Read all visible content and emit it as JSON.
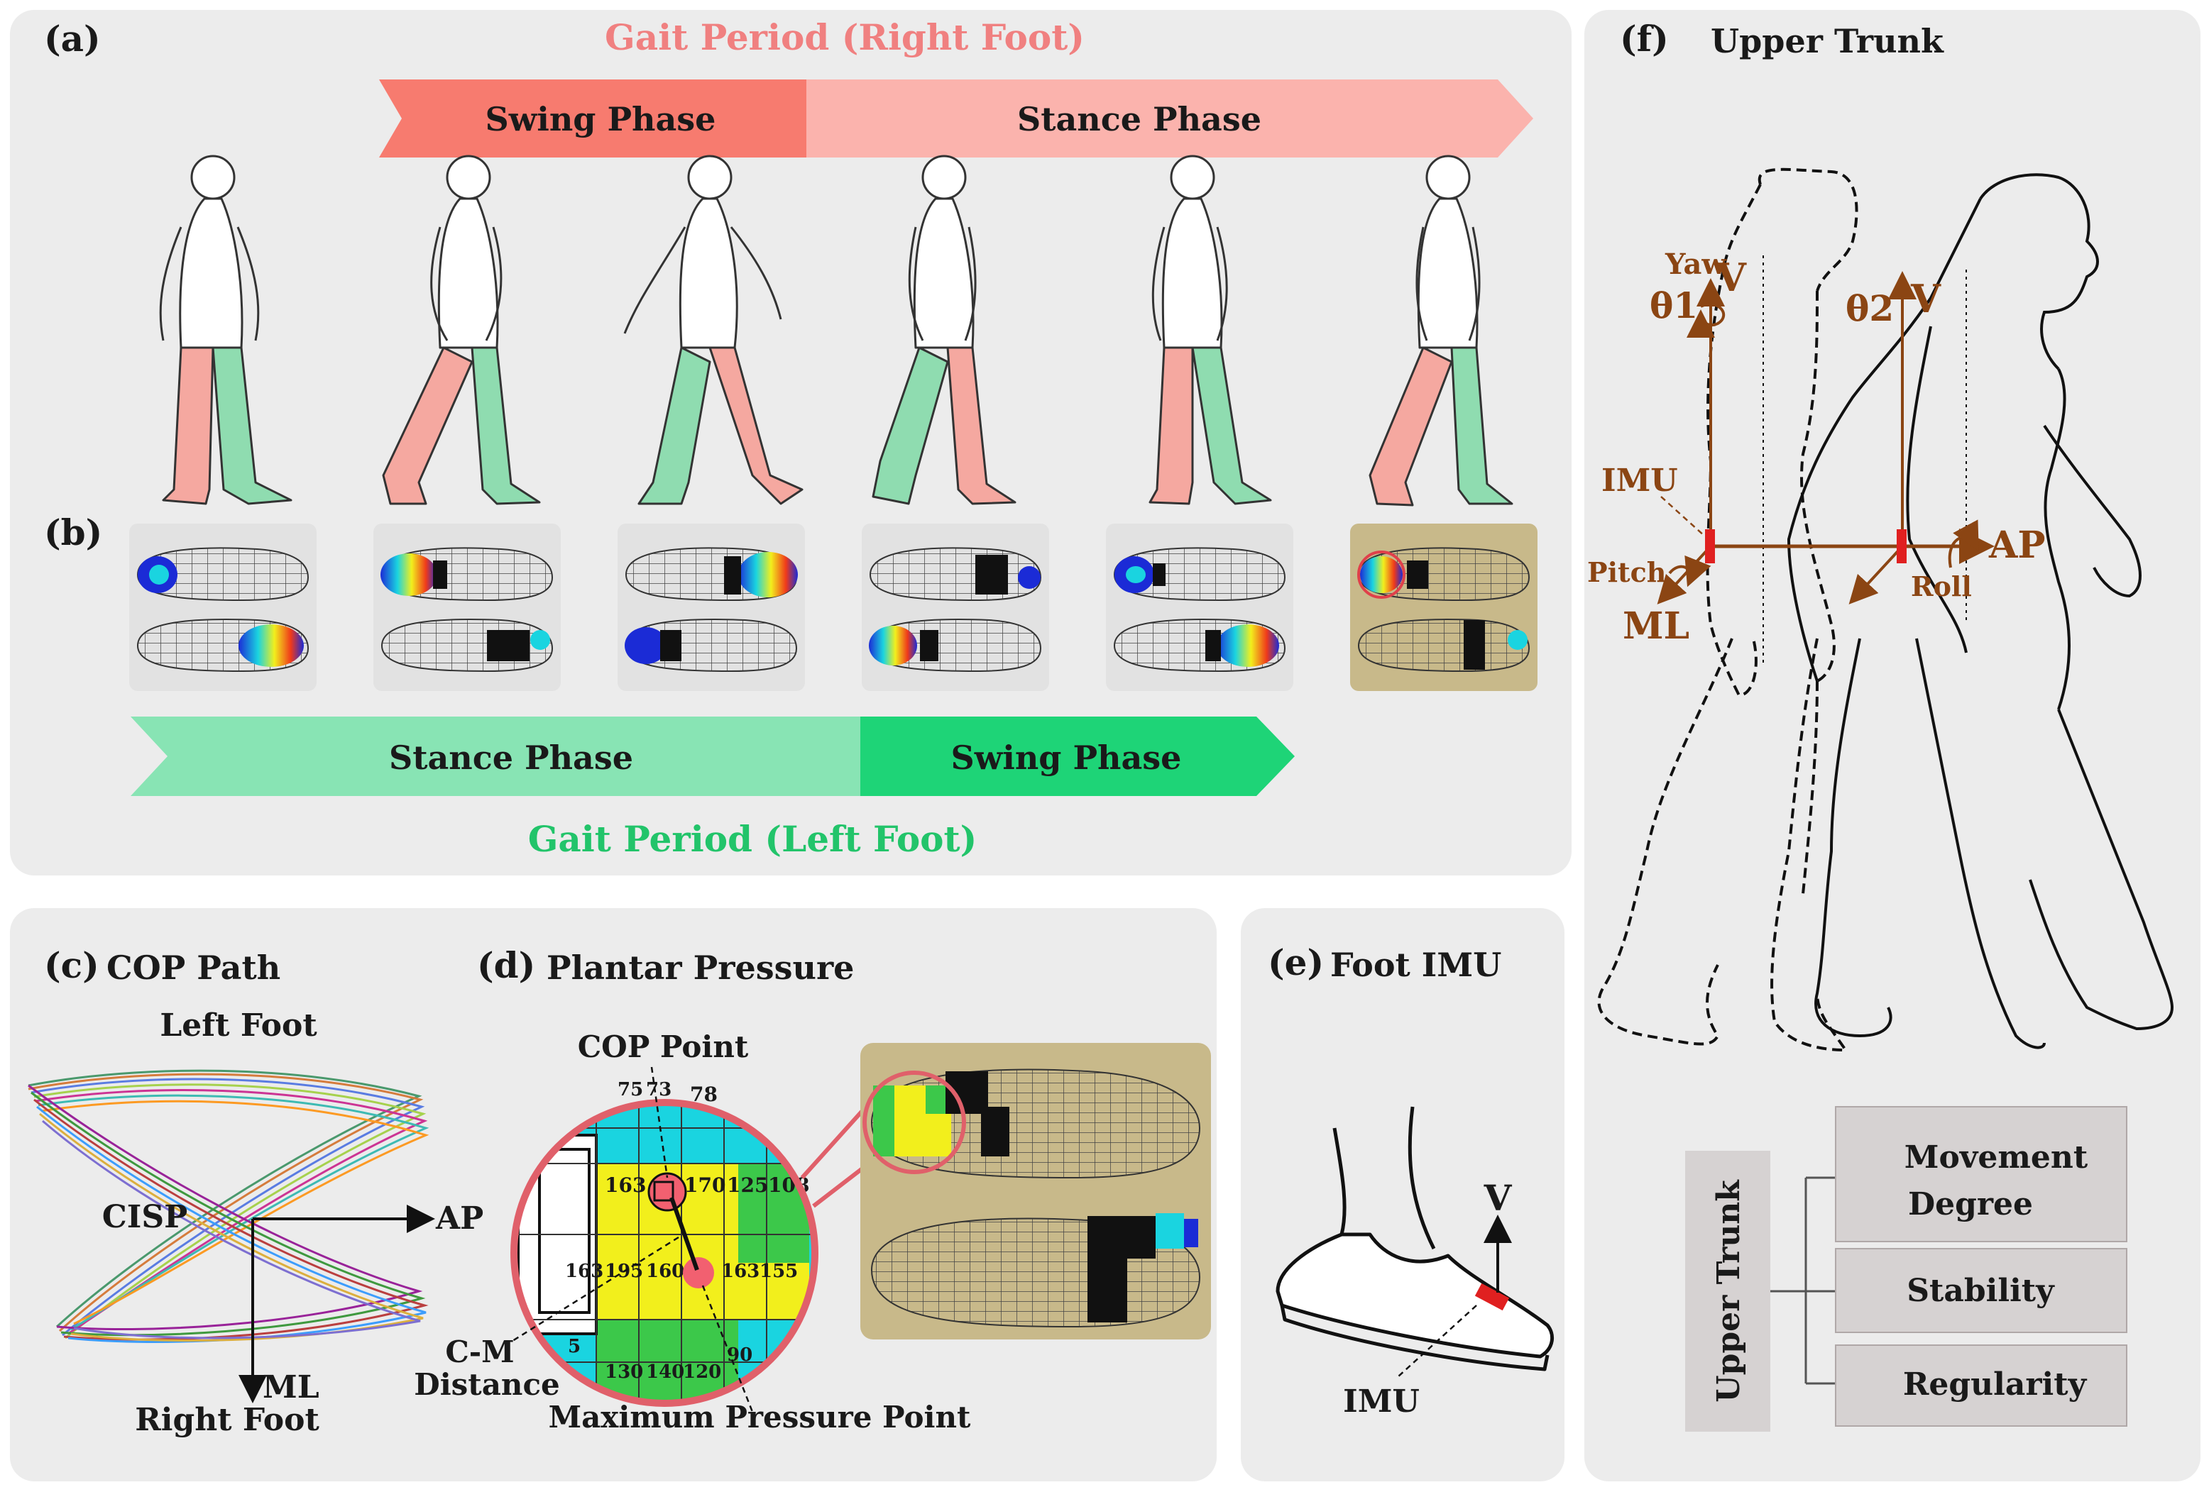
{
  "panel_a": {
    "label": "(a)",
    "title": "Gait Period (Right Foot)",
    "swing": "Swing Phase",
    "stance": "Stance Phase",
    "title_color": "#f08080",
    "swing_color": "#f77b6f",
    "stance_color": "#fbb3ad",
    "leg_right_color": "#f5a8a0",
    "leg_left_color": "#8fdcb0"
  },
  "panel_b": {
    "label": "(b)",
    "stance": "Stance Phase",
    "swing": "Swing Phase",
    "title": "Gait Period (Left Foot)",
    "title_color": "#22c46a",
    "stance_color": "#88e4b4",
    "swing_color": "#1ed477"
  },
  "panel_c": {
    "label": "(c)",
    "title": "COP Path",
    "left_foot": "Left Foot",
    "right_foot": "Right Foot",
    "cisp": "CISP",
    "ap": "AP",
    "ml": "ML"
  },
  "panel_d": {
    "label": "(d)",
    "title": "Plantar Pressure",
    "cop_point": "COP Point",
    "cm_line1": "C-M",
    "cm_line2": "Distance",
    "max_point": "Maximum Pressure Point",
    "cells": [
      "75",
      "73",
      "78",
      "163",
      "170",
      "125",
      "108",
      "163",
      "195",
      "160",
      "163",
      "155",
      "5",
      "130",
      "140",
      "120",
      "90"
    ]
  },
  "panel_e": {
    "label": "(e)",
    "title": "Foot IMU",
    "v": "V",
    "imu": "IMU"
  },
  "panel_f": {
    "label": "(f)",
    "title": "Upper Trunk",
    "yaw": "Yaw",
    "theta1": "θ1",
    "theta2": "θ2",
    "v1": "V",
    "v2": "V",
    "imu": "IMU",
    "pitch": "Pitch",
    "ml": "ML",
    "roll": "Roll",
    "ap": "AP",
    "tree_root": "Upper Trunk",
    "movement_line1": "Movement",
    "movement_line2": "Degree",
    "stability": "Stability",
    "regularity": "Regularity",
    "accent_color": "#8b4513"
  }
}
